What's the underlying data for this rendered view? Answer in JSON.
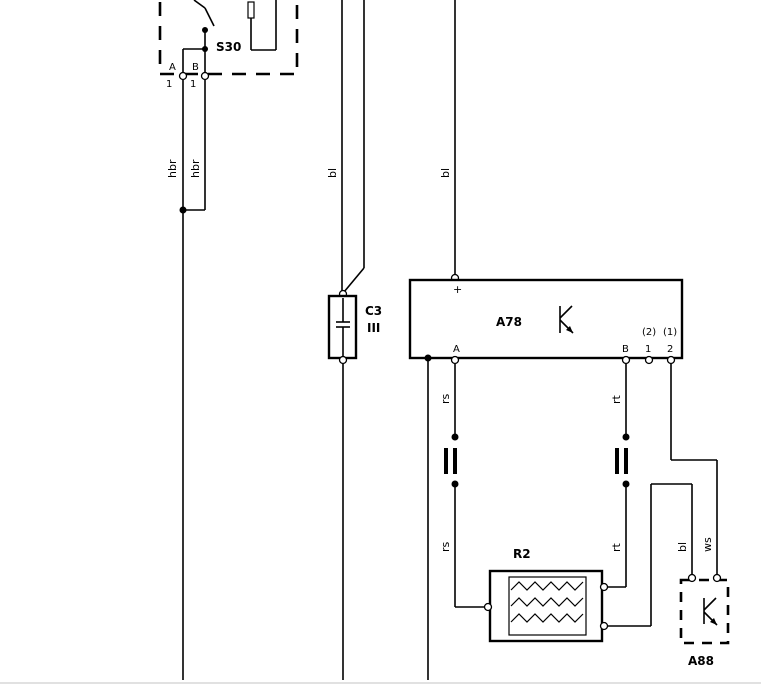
{
  "components": {
    "s30": {
      "name": "S30",
      "pin_a": "A",
      "pin_b": "B",
      "pin_a_num": "1",
      "pin_b_num": "1"
    },
    "c3": {
      "name": "C3",
      "sub": "III"
    },
    "a78": {
      "name": "A78",
      "plus": "+",
      "pin_a": "A",
      "pin_b": "B",
      "pin_1": "1",
      "pin_2": "2",
      "alt_1": "(2)",
      "alt_2": "(1)"
    },
    "r2": {
      "name": "R2"
    },
    "a88": {
      "name": "A88"
    }
  },
  "wire_colors": {
    "hbr_a": "hbr",
    "hbr_b": "hbr",
    "c3_feed": "bl",
    "a78_feed": "bl",
    "a78_a_upper": "rs",
    "a78_a_lower": "rs",
    "a78_b_upper": "rt",
    "a78_b_lower": "rt",
    "a88_bl": "bl",
    "a88_ws": "ws"
  }
}
